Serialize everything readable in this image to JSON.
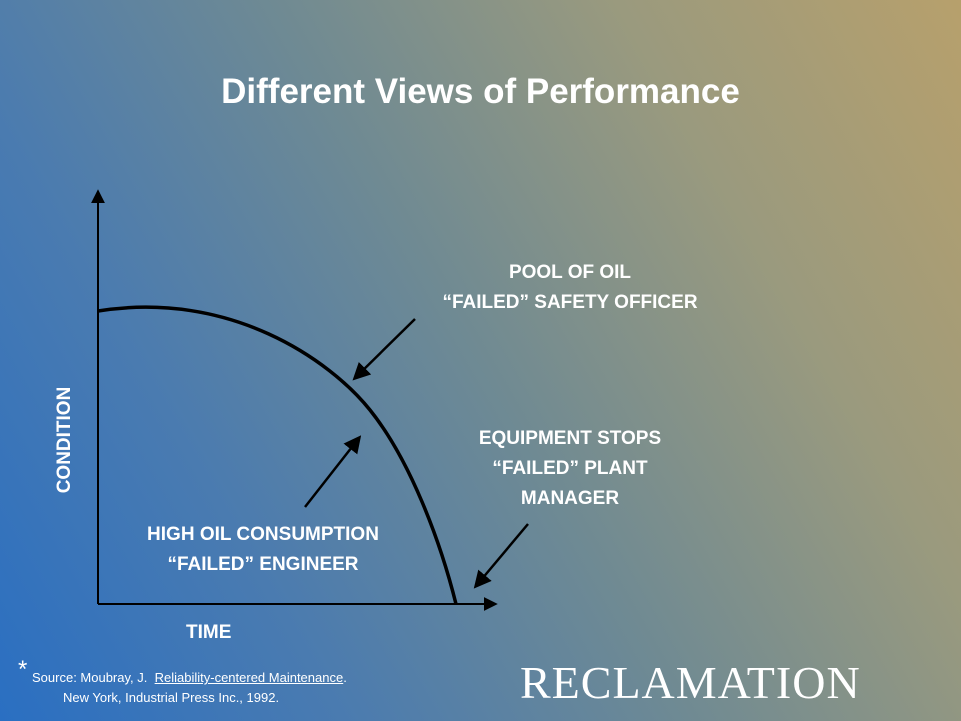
{
  "title": "Different Views of Performance",
  "axes": {
    "y_label": "CONDITION",
    "x_label": "TIME"
  },
  "annotations": {
    "safety": [
      "POOL OF OIL",
      "“FAILED” SAFETY OFFICER"
    ],
    "plant": [
      "EQUIPMENT STOPS",
      "“FAILED” PLANT",
      "MANAGER"
    ],
    "engineer": [
      "HIGH OIL CONSUMPTION",
      "“FAILED” ENGINEER"
    ]
  },
  "footnote": {
    "star": "*",
    "prefix": "Source: Moubray, J.",
    "reference": "Reliability-centered Maintenance",
    "suffix": ".",
    "line2": "New York, Industrial Press Inc., 1992."
  },
  "logo": "RECLAMATION",
  "colors": {
    "text": "#ffffff",
    "curve": "#000000"
  }
}
